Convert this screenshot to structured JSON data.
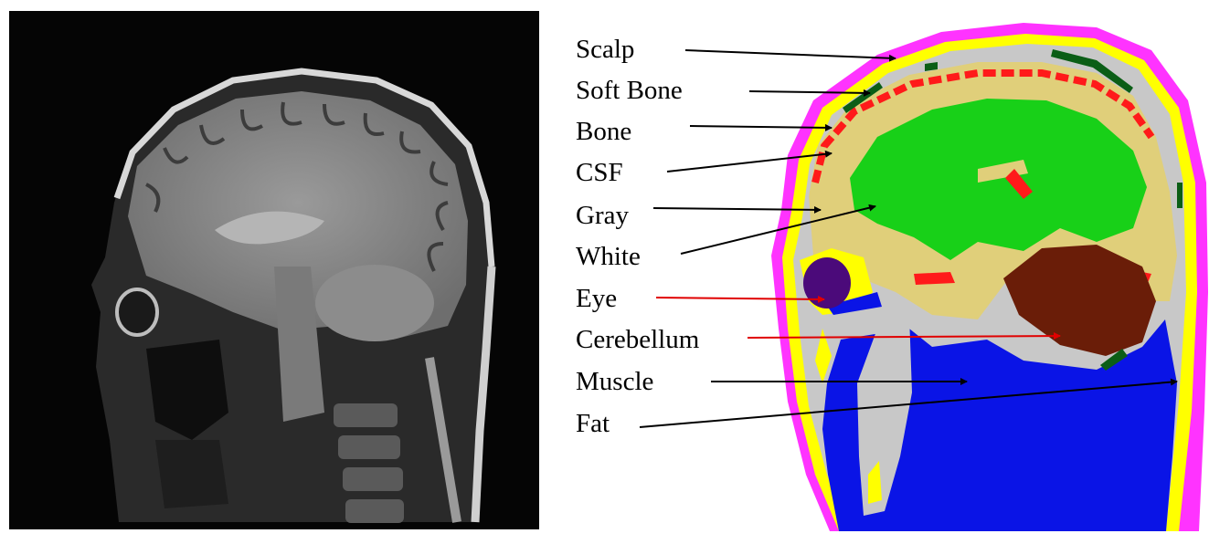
{
  "labels": [
    {
      "text": "Scalp",
      "arrow_color": "#000000"
    },
    {
      "text": "Soft Bone",
      "arrow_color": "#000000"
    },
    {
      "text": "Bone",
      "arrow_color": "#000000"
    },
    {
      "text": "CSF",
      "arrow_color": "#000000"
    },
    {
      "text": "Gray",
      "arrow_color": "#000000"
    },
    {
      "text": "White",
      "arrow_color": "#000000"
    },
    {
      "text": "Eye",
      "arrow_color": "#e00000"
    },
    {
      "text": "Cerebellum",
      "arrow_color": "#e00000"
    },
    {
      "text": "Muscle",
      "arrow_color": "#000000"
    },
    {
      "text": "Fat",
      "arrow_color": "#000000"
    }
  ],
  "tissue_colors": {
    "scalp": "#ff33ff",
    "fat": "#ffff00",
    "bone": "#c8c8c8",
    "soft_bone": "#0b5e16",
    "csf": "#ff1a1a",
    "gray": "#e0cf7a",
    "white": "#18d018",
    "eye": "#4b0a7a",
    "cerebellum": "#6a1d08",
    "muscle": "#0a14e6"
  }
}
